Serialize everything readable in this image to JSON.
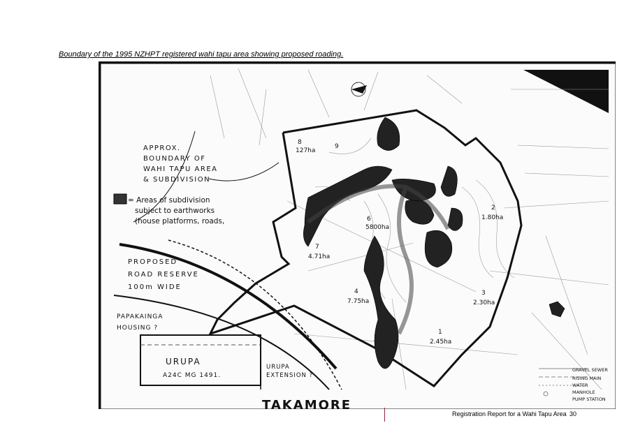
{
  "caption": "Boundary of the 1995 NZHPT registered wahi tapu area showing proposed roading.",
  "map": {
    "boundary_note": [
      "APPROX.",
      "BOUNDARY OF",
      "WAHI TAPU AREA",
      "& SUBDIVISION"
    ],
    "earthworks_note": [
      "= Areas of subdivision",
      "subject to earthworks",
      "(house platforms, roads,"
    ],
    "road_note": [
      "PROPOSED",
      "ROAD RESERVE",
      "100m WIDE"
    ],
    "papakainga_note": [
      "PAPAKAINGA",
      "HOUSING ?"
    ],
    "urupa_label": "URUPA",
    "urupa_ref": "A24C MG 1491.",
    "urupa_ext": [
      "URUPA",
      "EXTENSION ?"
    ],
    "bottom_label": "TAKAMORE",
    "lot_labels": [
      {
        "num": "8",
        "area": "127ha"
      },
      {
        "num": "9",
        "area": ""
      },
      {
        "num": "6",
        "area": "5800ha"
      },
      {
        "num": "7",
        "area": "4.71ha"
      },
      {
        "num": "2",
        "area": "1.80ha"
      },
      {
        "num": "4",
        "area": "7.75ha"
      },
      {
        "num": "3",
        "area": "2.30ha"
      },
      {
        "num": "1",
        "area": "2.45ha"
      }
    ],
    "legend_right": [
      "GRAVEL SEWER",
      "RISING MAIN",
      "WATER",
      "MANHOLE",
      "PUMP STATION"
    ]
  },
  "footer": {
    "title": "Registration Report for a Wahi Tapu Area",
    "page": "30"
  }
}
